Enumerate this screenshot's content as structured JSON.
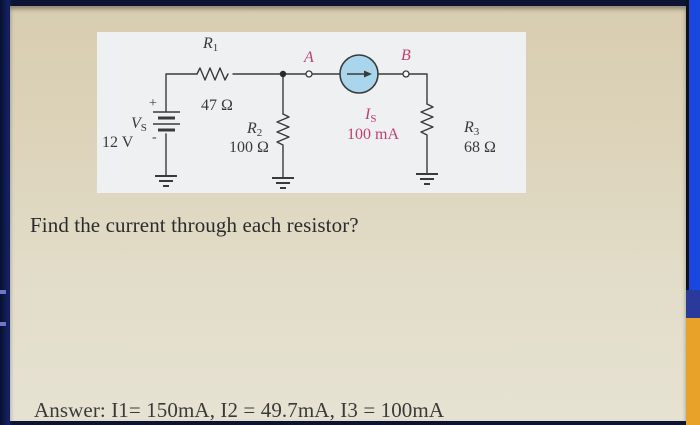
{
  "circuit": {
    "source_voltage": {
      "symbol": "V",
      "subscript": "S",
      "value": "12 V",
      "plus": "+",
      "minus": "-"
    },
    "r1": {
      "symbol": "R",
      "subscript": "1",
      "value": "47 Ω"
    },
    "r2": {
      "symbol": "R",
      "subscript": "2",
      "value": "100 Ω"
    },
    "r3": {
      "symbol": "R",
      "subscript": "3",
      "value": "68 Ω"
    },
    "current_source": {
      "symbol": "I",
      "subscript": "S",
      "value": "100 mA",
      "direction": "right-arrow"
    },
    "node_a": "A",
    "node_b": "B",
    "colors": {
      "wire": "#3a3a3a",
      "label_accent": "#c0406e",
      "current_source_fill": "#a9d6ec",
      "panel": "#eef0f2"
    }
  },
  "question": "Find the current through each resistor?",
  "answer": "Answer: I1= 150mA,  I2 = 49.7mA,  I3 = 100mA"
}
